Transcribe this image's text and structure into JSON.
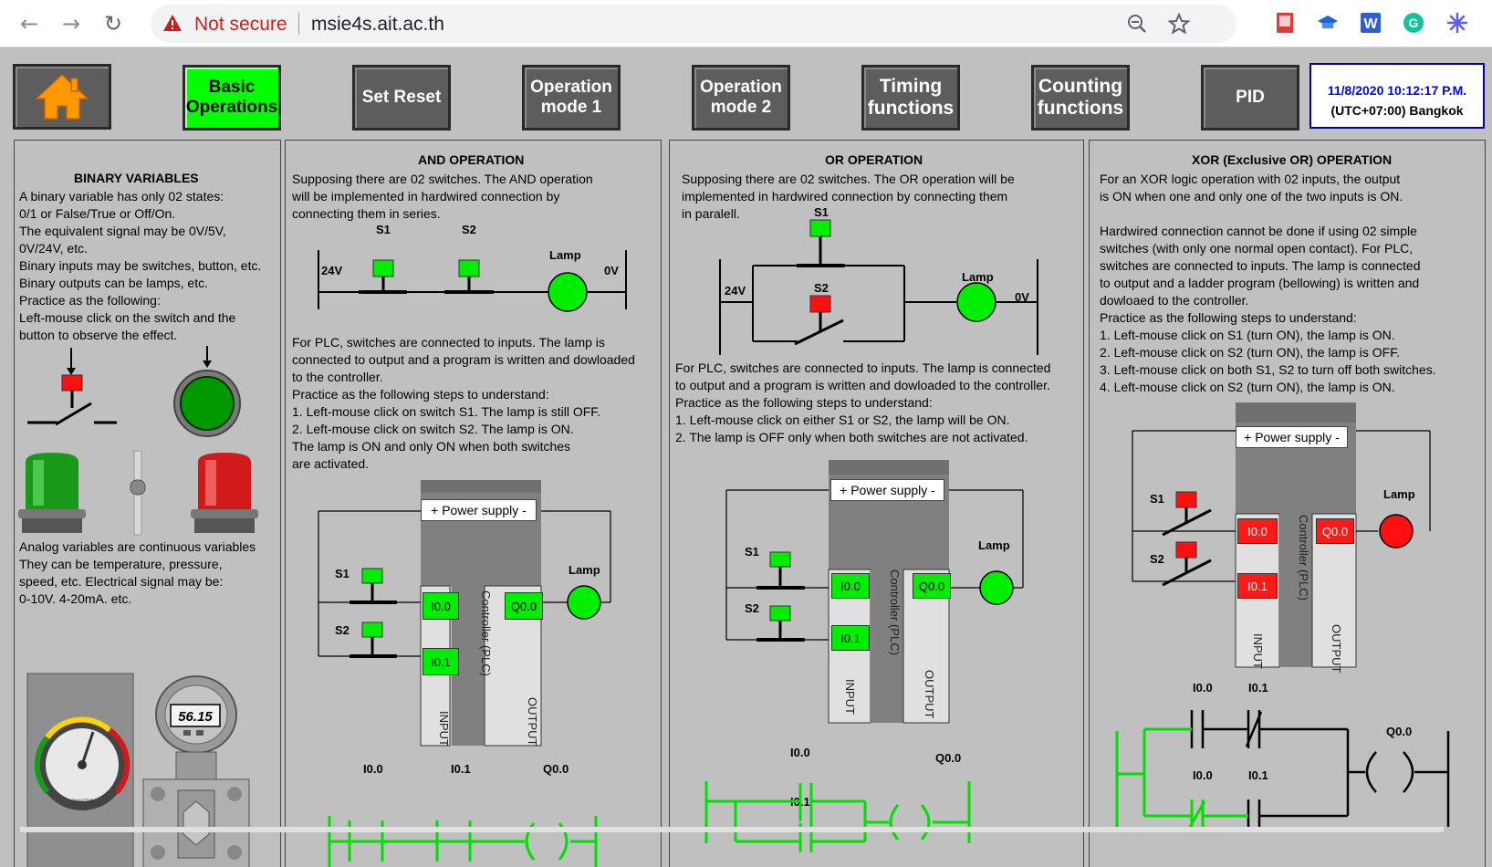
{
  "browser": {
    "security_label": "Not secure",
    "url": "msie4s.ait.ac.th"
  },
  "menu": {
    "home_icon": "home-icon",
    "buttons": [
      {
        "label_1": "Basic",
        "label_2": "Operations",
        "active": true
      },
      {
        "label_1": "Set Reset",
        "label_2": ""
      },
      {
        "label_1": "Operation",
        "label_2": "mode 1"
      },
      {
        "label_1": "Operation",
        "label_2": "mode 2"
      },
      {
        "label_1": "Timing",
        "label_2": "functions"
      },
      {
        "label_1": "Counting",
        "label_2": "functions"
      },
      {
        "label_1": "PID",
        "label_2": ""
      }
    ]
  },
  "clock": {
    "datetime": "11/8/2020 10:12:17 P.M.",
    "timezone": "(UTC+07:00) Bangkok"
  },
  "binary_panel": {
    "title": "BINARY VARIABLES",
    "lines": [
      "A binary variable has only 02 states:",
      "0/1 or False/True or Off/On.",
      "The equivalent signal may be 0V/5V,",
      "0V/24V, etc.",
      "Binary inputs may be switches, button, etc.",
      "Binary outputs can be lamps, etc.",
      "Practice as the following:",
      "Left-mouse click on the switch and the",
      "button to observe the effect."
    ],
    "analog_lines": [
      "Analog variables are continuous variables",
      "They can be temperature, pressure,",
      "speed, etc. Electrical signal may be:",
      "0-10V. 4-20mA. etc."
    ],
    "transmitter_value": "56.15",
    "gauge_brand": "SIMATIC"
  },
  "and_panel": {
    "title": "AND OPERATION",
    "intro": [
      "Supposing there are 02 switches. The AND operation",
      "will be implemented in hardwired  connection by",
      "connecting them in series."
    ],
    "s1": "S1",
    "s2": "S2",
    "lamp": "Lamp",
    "v24": "24V",
    "v0": "0V",
    "plc_lines": [
      "For PLC, switches are connected to inputs. The lamp is",
      "connected to output and a program is written and dowloaded",
      "to the controller.",
      "Practice as the following steps to understand:",
      "1. Left-mouse click on switch S1. The lamp is still OFF.",
      "2. Left-mouse click on switch S2. The lamp is ON.",
      "The lamp is ON and only ON when both switches",
      "are activated."
    ],
    "power_supply": "+ Power supply -",
    "i00": "I0.0",
    "i01": "I0.1",
    "q00": "Q0.0",
    "controller": "Controller (PLC)",
    "input": "INPUT",
    "output": "OUTPUT"
  },
  "or_panel": {
    "title": "OR OPERATION",
    "intro": [
      "Supposing there are 02 switches. The OR operation will be",
      "implemented in hardwired  connection by connecting them",
      "in paralell."
    ],
    "s1": "S1",
    "s2": "S2",
    "lamp": "Lamp",
    "v24": "24V",
    "v0": "0V",
    "plc_lines": [
      "For PLC, switches are connected to inputs. The lamp is connected",
      "to output and a program is written and dowloaded to the controller.",
      "Practice as the following steps to understand:",
      "1. Left-mouse click on either S1 or S2, the lamp will be ON.",
      "2. The lamp is OFF only when both switches are not activated."
    ],
    "power_supply": "+ Power supply -",
    "i00": "I0.0",
    "i01": "I0.1",
    "q00": "Q0.0",
    "controller": "Controller (PLC)",
    "input": "INPUT",
    "output": "OUTPUT"
  },
  "xor_panel": {
    "title": "XOR (Exclusive OR) OPERATION",
    "lines": [
      "For an XOR logic operation with 02 inputs, the output",
      "is ON when one and only one of the two inputs is ON.",
      "",
      "Hardwired connection cannot be done if using 02 simple",
      "switches (with only one normal open contact). For PLC,",
      "switches are connected to inputs. The lamp is connected",
      "to output and a ladder program (bellowing) is written and",
      "dowloaed to the controller.",
      "Practice as the following steps to understand:",
      "1. Left-mouse click on S1 (turn ON), the lamp is ON.",
      "2. Left-mouse click on S2 (turn ON), the lamp is OFF.",
      "3. Left-mouse click on both S1, S2 to turn off both switches.",
      "4. Left-mouse click on S2 (turn ON), the lamp is ON."
    ],
    "s1": "S1",
    "s2": "S2",
    "lamp": "Lamp",
    "power_supply": "+ Power supply -",
    "i00": "I0.0",
    "i01": "I0.1",
    "q00": "Q0.0",
    "controller": "Controller (PLC)",
    "input": "INPUT",
    "output": "OUTPUT"
  }
}
